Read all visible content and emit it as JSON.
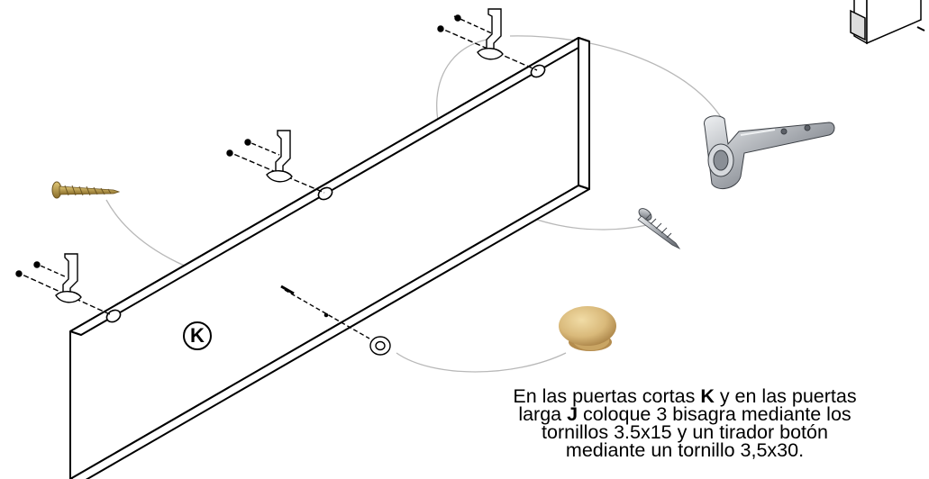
{
  "panel_label": "K",
  "caption": {
    "line1_pre": "En las puertas cortas ",
    "line1_bold": "K",
    "line1_post": " y en las puertas",
    "line2_pre": "larga ",
    "line2_bold": "J",
    "line2_post": " coloque 3 bisagra mediante los",
    "line3": "tornillos 3.5x15 y un tirador botón",
    "line4": "mediante un tornillo 3,5x30."
  },
  "colors": {
    "wood_screw": "#b89a4a",
    "steel": "#b0b3b8",
    "knob_wood": "#d9b97a",
    "leader": "#b5b5b5"
  }
}
